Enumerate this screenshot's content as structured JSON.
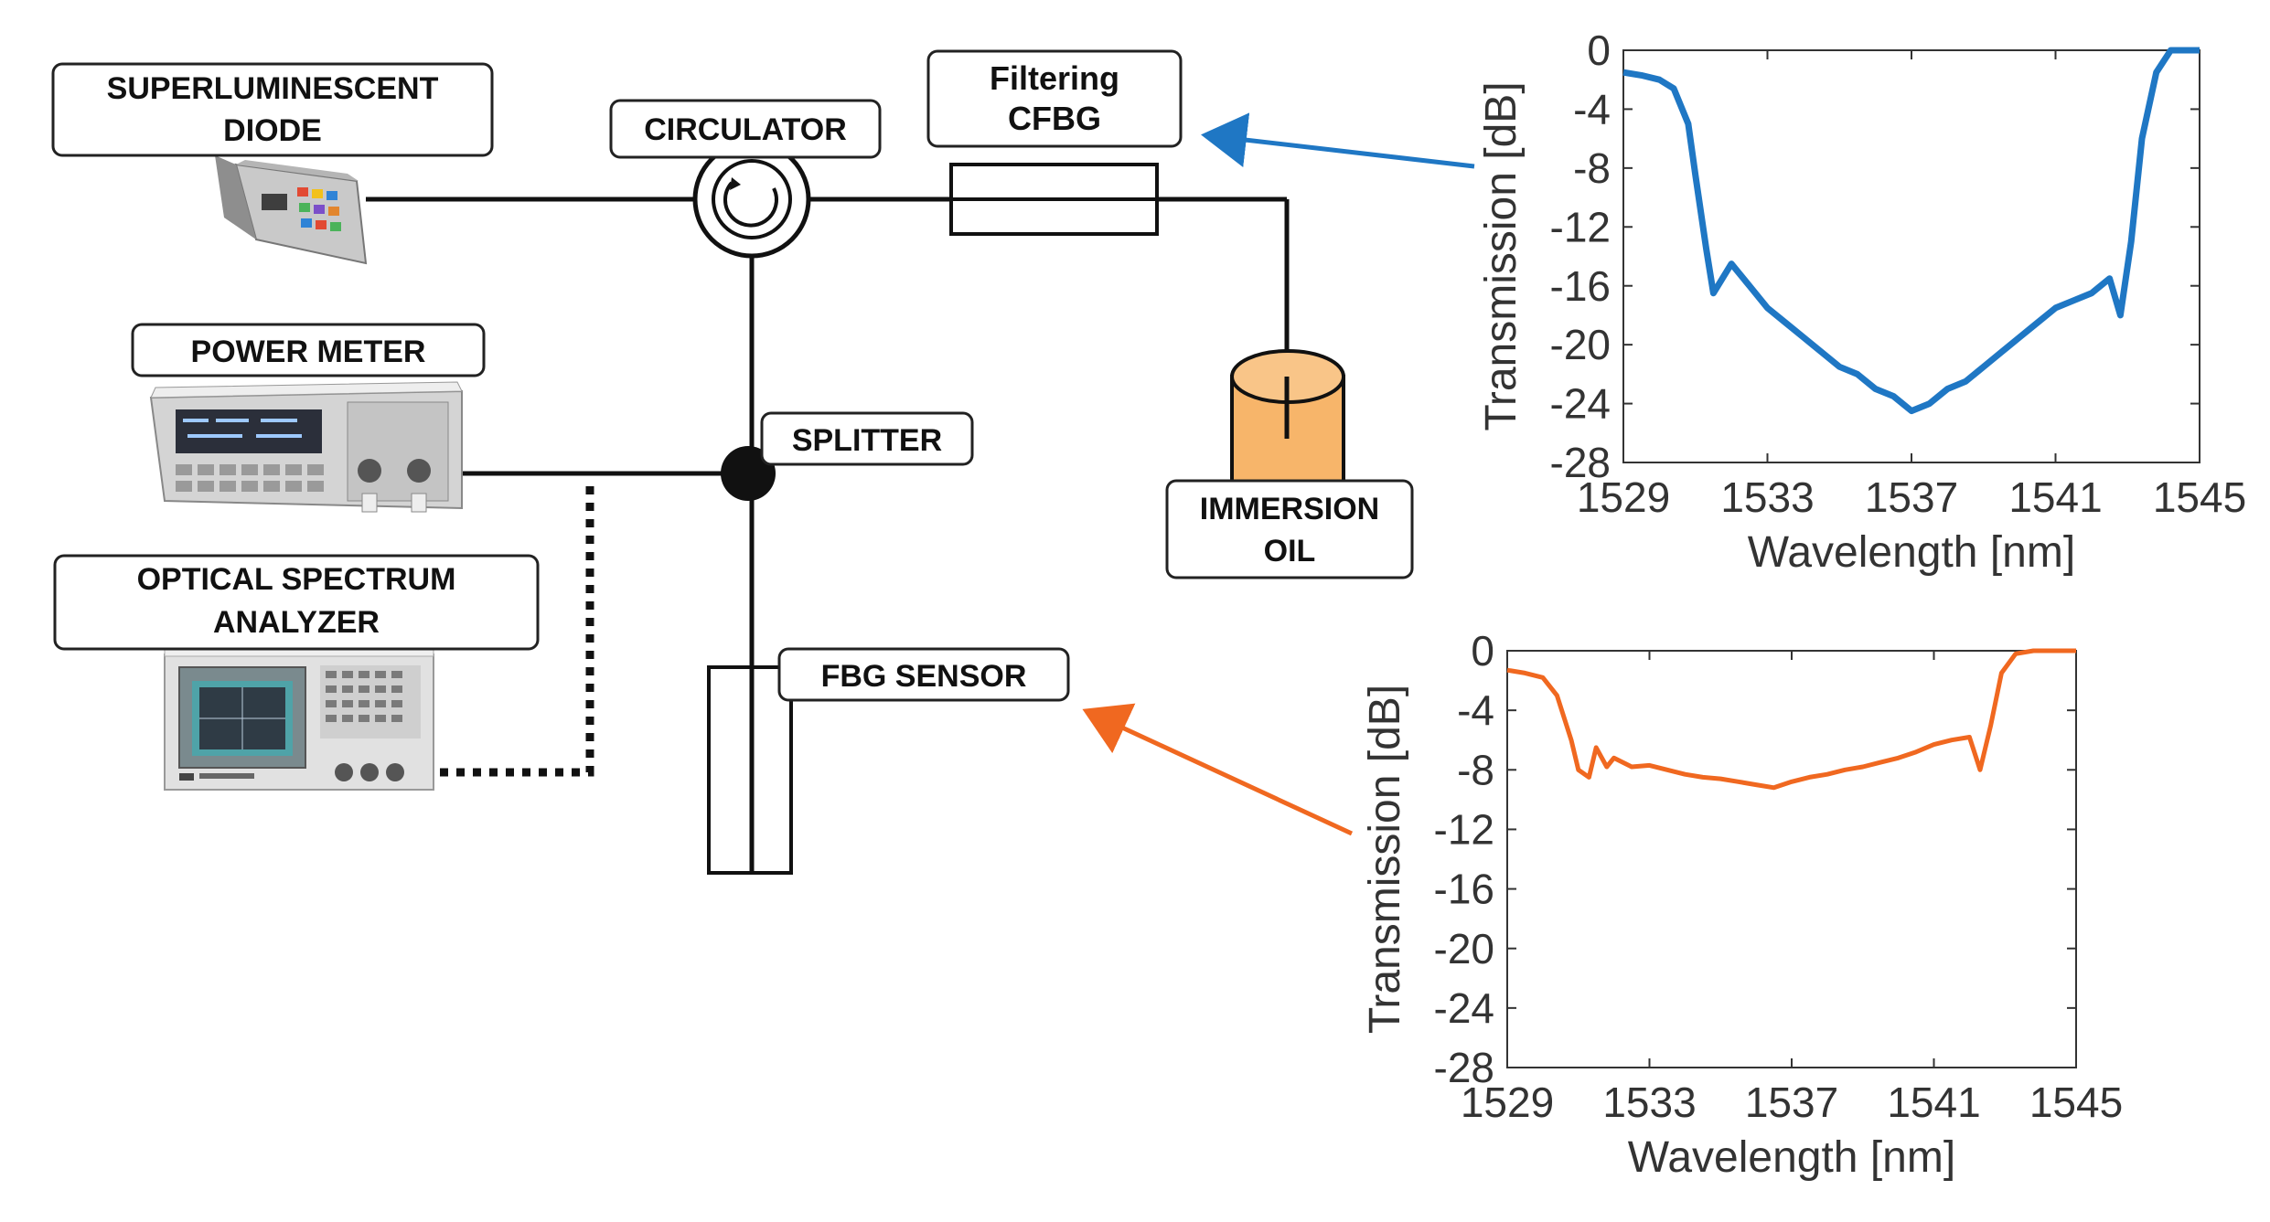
{
  "labels": {
    "sld_line1": "SUPERLUMINESCENT",
    "sld_line2": "DIODE",
    "circulator": "CIRCULATOR",
    "filtering_line1": "Filtering",
    "filtering_line2": "CFBG",
    "power_meter": "POWER METER",
    "splitter": "SPLITTER",
    "osa_line1": "OPTICAL SPECTRUM",
    "osa_line2": "ANALYZER",
    "fbg_sensor": "FBG SENSOR",
    "oil_line1": "IMMERSION",
    "oil_line2": "OIL"
  },
  "colors": {
    "blue_series": "#1f77c4",
    "orange_series": "#f06820",
    "oil_fill": "#f7b56a",
    "line": "#111111"
  },
  "chart_data": [
    {
      "type": "line",
      "xlabel": "Wavelength [nm]",
      "ylabel": "Transmission [dB]",
      "xlim": [
        1529,
        1545
      ],
      "ylim": [
        -28,
        0
      ],
      "xticks": [
        "1529",
        "1533",
        "1537",
        "1541",
        "1545"
      ],
      "yticks": [
        "0",
        "-4",
        "-8",
        "-12",
        "-16",
        "-20",
        "-24",
        "-28"
      ],
      "series": [
        {
          "color": "#1f77c4",
          "x": [
            1529.0,
            1529.5,
            1530.0,
            1530.4,
            1530.8,
            1531.0,
            1531.3,
            1531.5,
            1532.0,
            1532.5,
            1533.0,
            1533.5,
            1534.0,
            1534.5,
            1535.0,
            1535.5,
            1536.0,
            1536.5,
            1537.0,
            1537.5,
            1538.0,
            1538.5,
            1539.0,
            1539.5,
            1540.0,
            1540.5,
            1541.0,
            1541.5,
            1542.0,
            1542.5,
            1542.8,
            1543.1,
            1543.4,
            1543.8,
            1544.2,
            1545.0
          ],
          "y": [
            -1.5,
            -1.7,
            -2.0,
            -2.6,
            -5.0,
            -8.5,
            -13.5,
            -16.5,
            -14.5,
            -16.0,
            -17.5,
            -18.5,
            -19.5,
            -20.5,
            -21.5,
            -22.0,
            -23.0,
            -23.5,
            -24.5,
            -24.0,
            -23.0,
            -22.5,
            -21.5,
            -20.5,
            -19.5,
            -18.5,
            -17.5,
            -17.0,
            -16.5,
            -15.5,
            -18.0,
            -13.0,
            -6.0,
            -1.5,
            0.0,
            0.0
          ]
        }
      ]
    },
    {
      "type": "line",
      "xlabel": "Wavelength [nm]",
      "ylabel": "Transmission [dB]",
      "xlim": [
        1529,
        1545
      ],
      "ylim": [
        -28,
        0
      ],
      "xticks": [
        "1529",
        "1533",
        "1537",
        "1541",
        "1545"
      ],
      "yticks": [
        "0",
        "-4",
        "-8",
        "-12",
        "-16",
        "-20",
        "-24",
        "-28"
      ],
      "series": [
        {
          "color": "#f06820",
          "x": [
            1529.0,
            1529.5,
            1530.0,
            1530.4,
            1530.8,
            1531.0,
            1531.3,
            1531.5,
            1531.8,
            1532.0,
            1532.5,
            1533.0,
            1533.5,
            1534.0,
            1534.5,
            1535.0,
            1535.5,
            1536.0,
            1536.5,
            1537.0,
            1537.5,
            1538.0,
            1538.5,
            1539.0,
            1539.5,
            1540.0,
            1540.5,
            1541.0,
            1541.5,
            1542.0,
            1542.3,
            1542.6,
            1542.9,
            1543.3,
            1543.8,
            1545.0
          ],
          "y": [
            -1.3,
            -1.5,
            -1.8,
            -3.0,
            -6.0,
            -8.0,
            -8.5,
            -6.5,
            -7.8,
            -7.2,
            -7.8,
            -7.7,
            -8.0,
            -8.3,
            -8.5,
            -8.6,
            -8.8,
            -9.0,
            -9.2,
            -8.8,
            -8.5,
            -8.3,
            -8.0,
            -7.8,
            -7.5,
            -7.2,
            -6.8,
            -6.3,
            -6.0,
            -5.8,
            -8.0,
            -5.0,
            -1.5,
            -0.2,
            0.0,
            0.0
          ]
        }
      ]
    }
  ]
}
